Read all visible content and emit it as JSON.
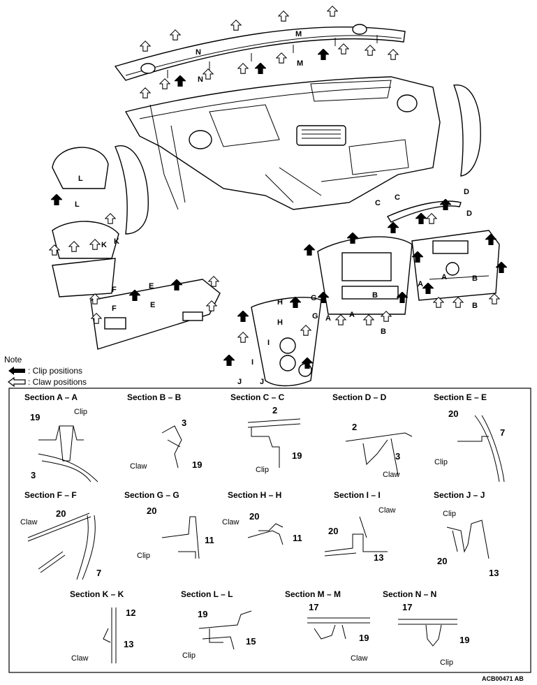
{
  "note": {
    "title": "Note",
    "clip_legend": ": Clip positions",
    "claw_legend": ": Claw positions"
  },
  "top_labels": {
    "M1": "M",
    "M2": "M",
    "N1": "N",
    "N2": "N",
    "L1": "L",
    "L2": "L",
    "K1": "K",
    "K2": "K",
    "C1": "C",
    "C2": "C",
    "D1": "D",
    "D2": "D",
    "F1": "F",
    "F2": "F",
    "E1": "E",
    "E2": "E",
    "H1": "H",
    "H2": "H",
    "G1": "G",
    "G2": "G",
    "I1": "I",
    "I2": "I",
    "J1": "J",
    "J2": "J",
    "A1": "A",
    "A2": "A",
    "A3": "A",
    "A4": "A",
    "B1": "B",
    "B2": "B",
    "B3": "B",
    "B4": "B"
  },
  "sections": [
    {
      "title": "Section A – A",
      "labels": {
        "n1": "19",
        "n2": "3",
        "t1": "Clip"
      }
    },
    {
      "title": "Section B – B",
      "labels": {
        "n1": "3",
        "n2": "19",
        "t1": "Claw"
      }
    },
    {
      "title": "Section C – C",
      "labels": {
        "n1": "2",
        "n2": "19",
        "t1": "Clip"
      }
    },
    {
      "title": "Section D – D",
      "labels": {
        "n1": "2",
        "n2": "3",
        "t1": "Claw"
      }
    },
    {
      "title": "Section E – E",
      "labels": {
        "n1": "20",
        "n2": "7",
        "t1": "Clip"
      }
    },
    {
      "title": "Section F – F",
      "labels": {
        "n1": "20",
        "n2": "7",
        "t1": "Claw"
      }
    },
    {
      "title": "Section G – G",
      "labels": {
        "n1": "20",
        "n2": "11",
        "t1": "Clip"
      }
    },
    {
      "title": "Section H – H",
      "labels": {
        "n1": "20",
        "n2": "11",
        "t1": "Claw"
      }
    },
    {
      "title": "Section I – I",
      "labels": {
        "n1": "20",
        "n2": "13",
        "t1": "Claw"
      }
    },
    {
      "title": "Section J – J",
      "labels": {
        "n1": "20",
        "n2": "13",
        "t1": "Clip"
      }
    },
    {
      "title": "Section K – K",
      "labels": {
        "n1": "12",
        "n2": "13",
        "t1": "Claw"
      }
    },
    {
      "title": "Section L – L",
      "labels": {
        "n1": "19",
        "n2": "15",
        "t1": "Clip"
      }
    },
    {
      "title": "Section M – M",
      "labels": {
        "n1": "17",
        "n2": "19",
        "t1": "Claw"
      }
    },
    {
      "title": "Section N – N",
      "labels": {
        "n1": "17",
        "n2": "19",
        "t1": "Clip"
      }
    }
  ],
  "figure_code": "ACB00471 AB"
}
